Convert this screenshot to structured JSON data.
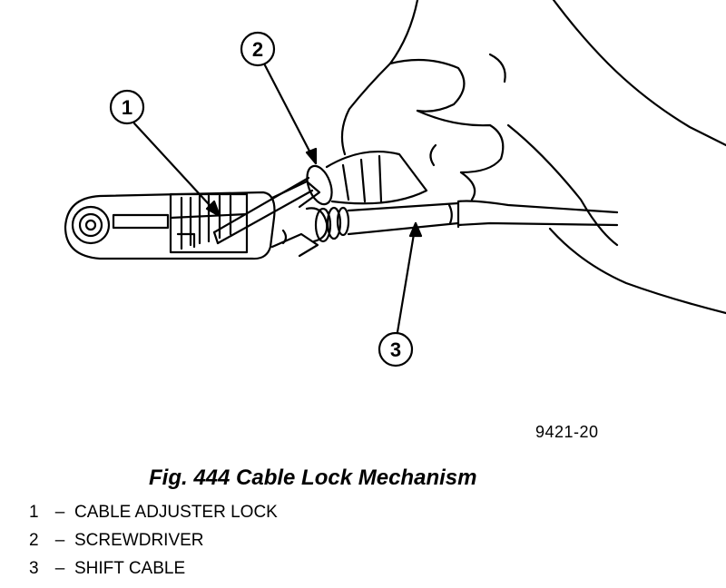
{
  "figure": {
    "code": "9421-20",
    "title": "Fig. 444 Cable Lock Mechanism"
  },
  "callouts": [
    "1",
    "2",
    "3"
  ],
  "legend": [
    {
      "num": "1",
      "sep": "–",
      "label": "CABLE ADJUSTER LOCK"
    },
    {
      "num": "2",
      "sep": "–",
      "label": "SCREWDRIVER"
    },
    {
      "num": "3",
      "sep": "–",
      "label": "SHIFT CABLE"
    }
  ]
}
